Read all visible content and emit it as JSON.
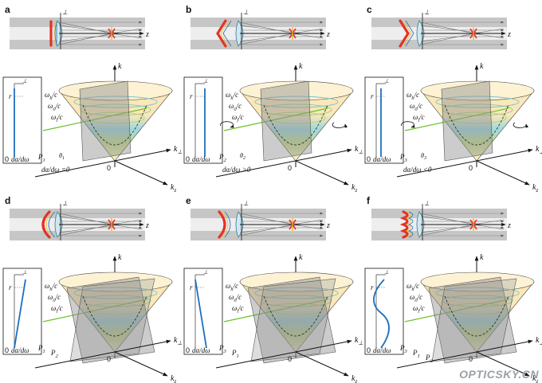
{
  "panels": [
    {
      "id": "a",
      "label": "a",
      "condition": "dα/dω =0",
      "plane_labels": [
        "P",
        "1"
      ],
      "theta": "θ",
      "theta_sub": "1",
      "rotation": "none",
      "profile": "vertical",
      "front": "flat"
    },
    {
      "id": "b",
      "label": "b",
      "condition": "dα/dω >0",
      "plane_labels": [
        "P",
        "2"
      ],
      "theta": "θ",
      "theta_sub": "2",
      "rotation": "forward",
      "profile": "vertical",
      "front": "chevron-left"
    },
    {
      "id": "c",
      "label": "c",
      "condition": "dα/dω <0",
      "plane_labels": [
        "P",
        "3"
      ],
      "theta": "θ",
      "theta_sub": "3",
      "rotation": "reverse",
      "profile": "vertical",
      "front": "chevron-right"
    },
    {
      "id": "d",
      "label": "d",
      "condition": "",
      "plane_labels": [
        "P",
        "1",
        "P",
        "2"
      ],
      "rotation": "none",
      "profile": "ramp",
      "front": "arc-left"
    },
    {
      "id": "e",
      "label": "e",
      "condition": "",
      "plane_labels": [
        "P",
        "3",
        "P",
        "1"
      ],
      "rotation": "none",
      "profile": "ramp",
      "front": "arc-right"
    },
    {
      "id": "f",
      "label": "f",
      "condition": "",
      "plane_labels": [
        "P",
        "3",
        "P",
        "1",
        "P",
        "2"
      ],
      "rotation": "none",
      "profile": "s-curve",
      "front": "wave"
    }
  ],
  "labels": {
    "beam_axis": "z",
    "perp_symbol": "⊥",
    "k_axis": "k",
    "k_perp": "k",
    "k_perp_sub": "⊥",
    "kz": "k",
    "kz_sub": "z",
    "origin": "0",
    "omega_h": "ω",
    "omega_h_sub": "h",
    "omega_0": "ω",
    "omega_0_sub": "0",
    "omega_l": "ω",
    "omega_l_sub": "l",
    "over_c": "/c",
    "profile_r": "r",
    "profile_perp": "⊥",
    "profile_zero": "0",
    "profile_axis": "dα/dω"
  },
  "watermark": "OPTICSKY.CN",
  "colors": {
    "tube": "#c6c6c6",
    "tube_core": "#eeeeee",
    "front": "#e53226",
    "profile_line": "#1d6fbf",
    "green_line": "#6ac12c",
    "cone_top": "#fbe8b8",
    "cone_mid": "#9fd7df",
    "cone_low": "#c8e08a",
    "cone_edge": "#444444",
    "plane": "#8f8f8f"
  }
}
